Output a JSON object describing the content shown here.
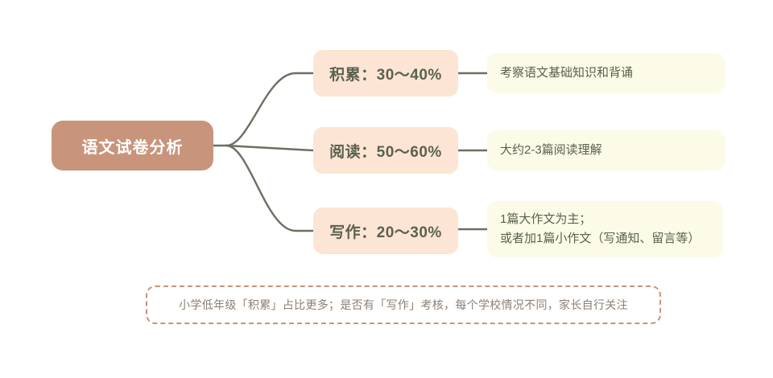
{
  "diagram": {
    "type": "mindmap",
    "root": {
      "label": "语文试卷分析",
      "fill": "#c8957c",
      "text_color": "#ffffff"
    },
    "connector_color": "#6b7060",
    "branches": [
      {
        "label": "积累：30～40%",
        "fill": "#fce5d4",
        "leaf_fill": "#fbfbe8",
        "lines": [
          "考察语文基础知识和背诵"
        ]
      },
      {
        "label": "阅读：50～60%",
        "fill": "#fce5d4",
        "leaf_fill": "#fbfbe8",
        "lines": [
          "大约2-3篇阅读理解"
        ]
      },
      {
        "label": "写作：20～30%",
        "fill": "#fce5d4",
        "leaf_fill": "#fbfbe8",
        "lines": [
          "1篇大作文为主；",
          "或者加1篇小作文（写通知、留言等）"
        ]
      }
    ],
    "footnote": {
      "text": "小学低年级「积累」占比更多；是否有「写作」考核，每个学校情况不同，家长自行关注",
      "border_color": "#c8937a",
      "text_color": "#8d7f73"
    }
  }
}
